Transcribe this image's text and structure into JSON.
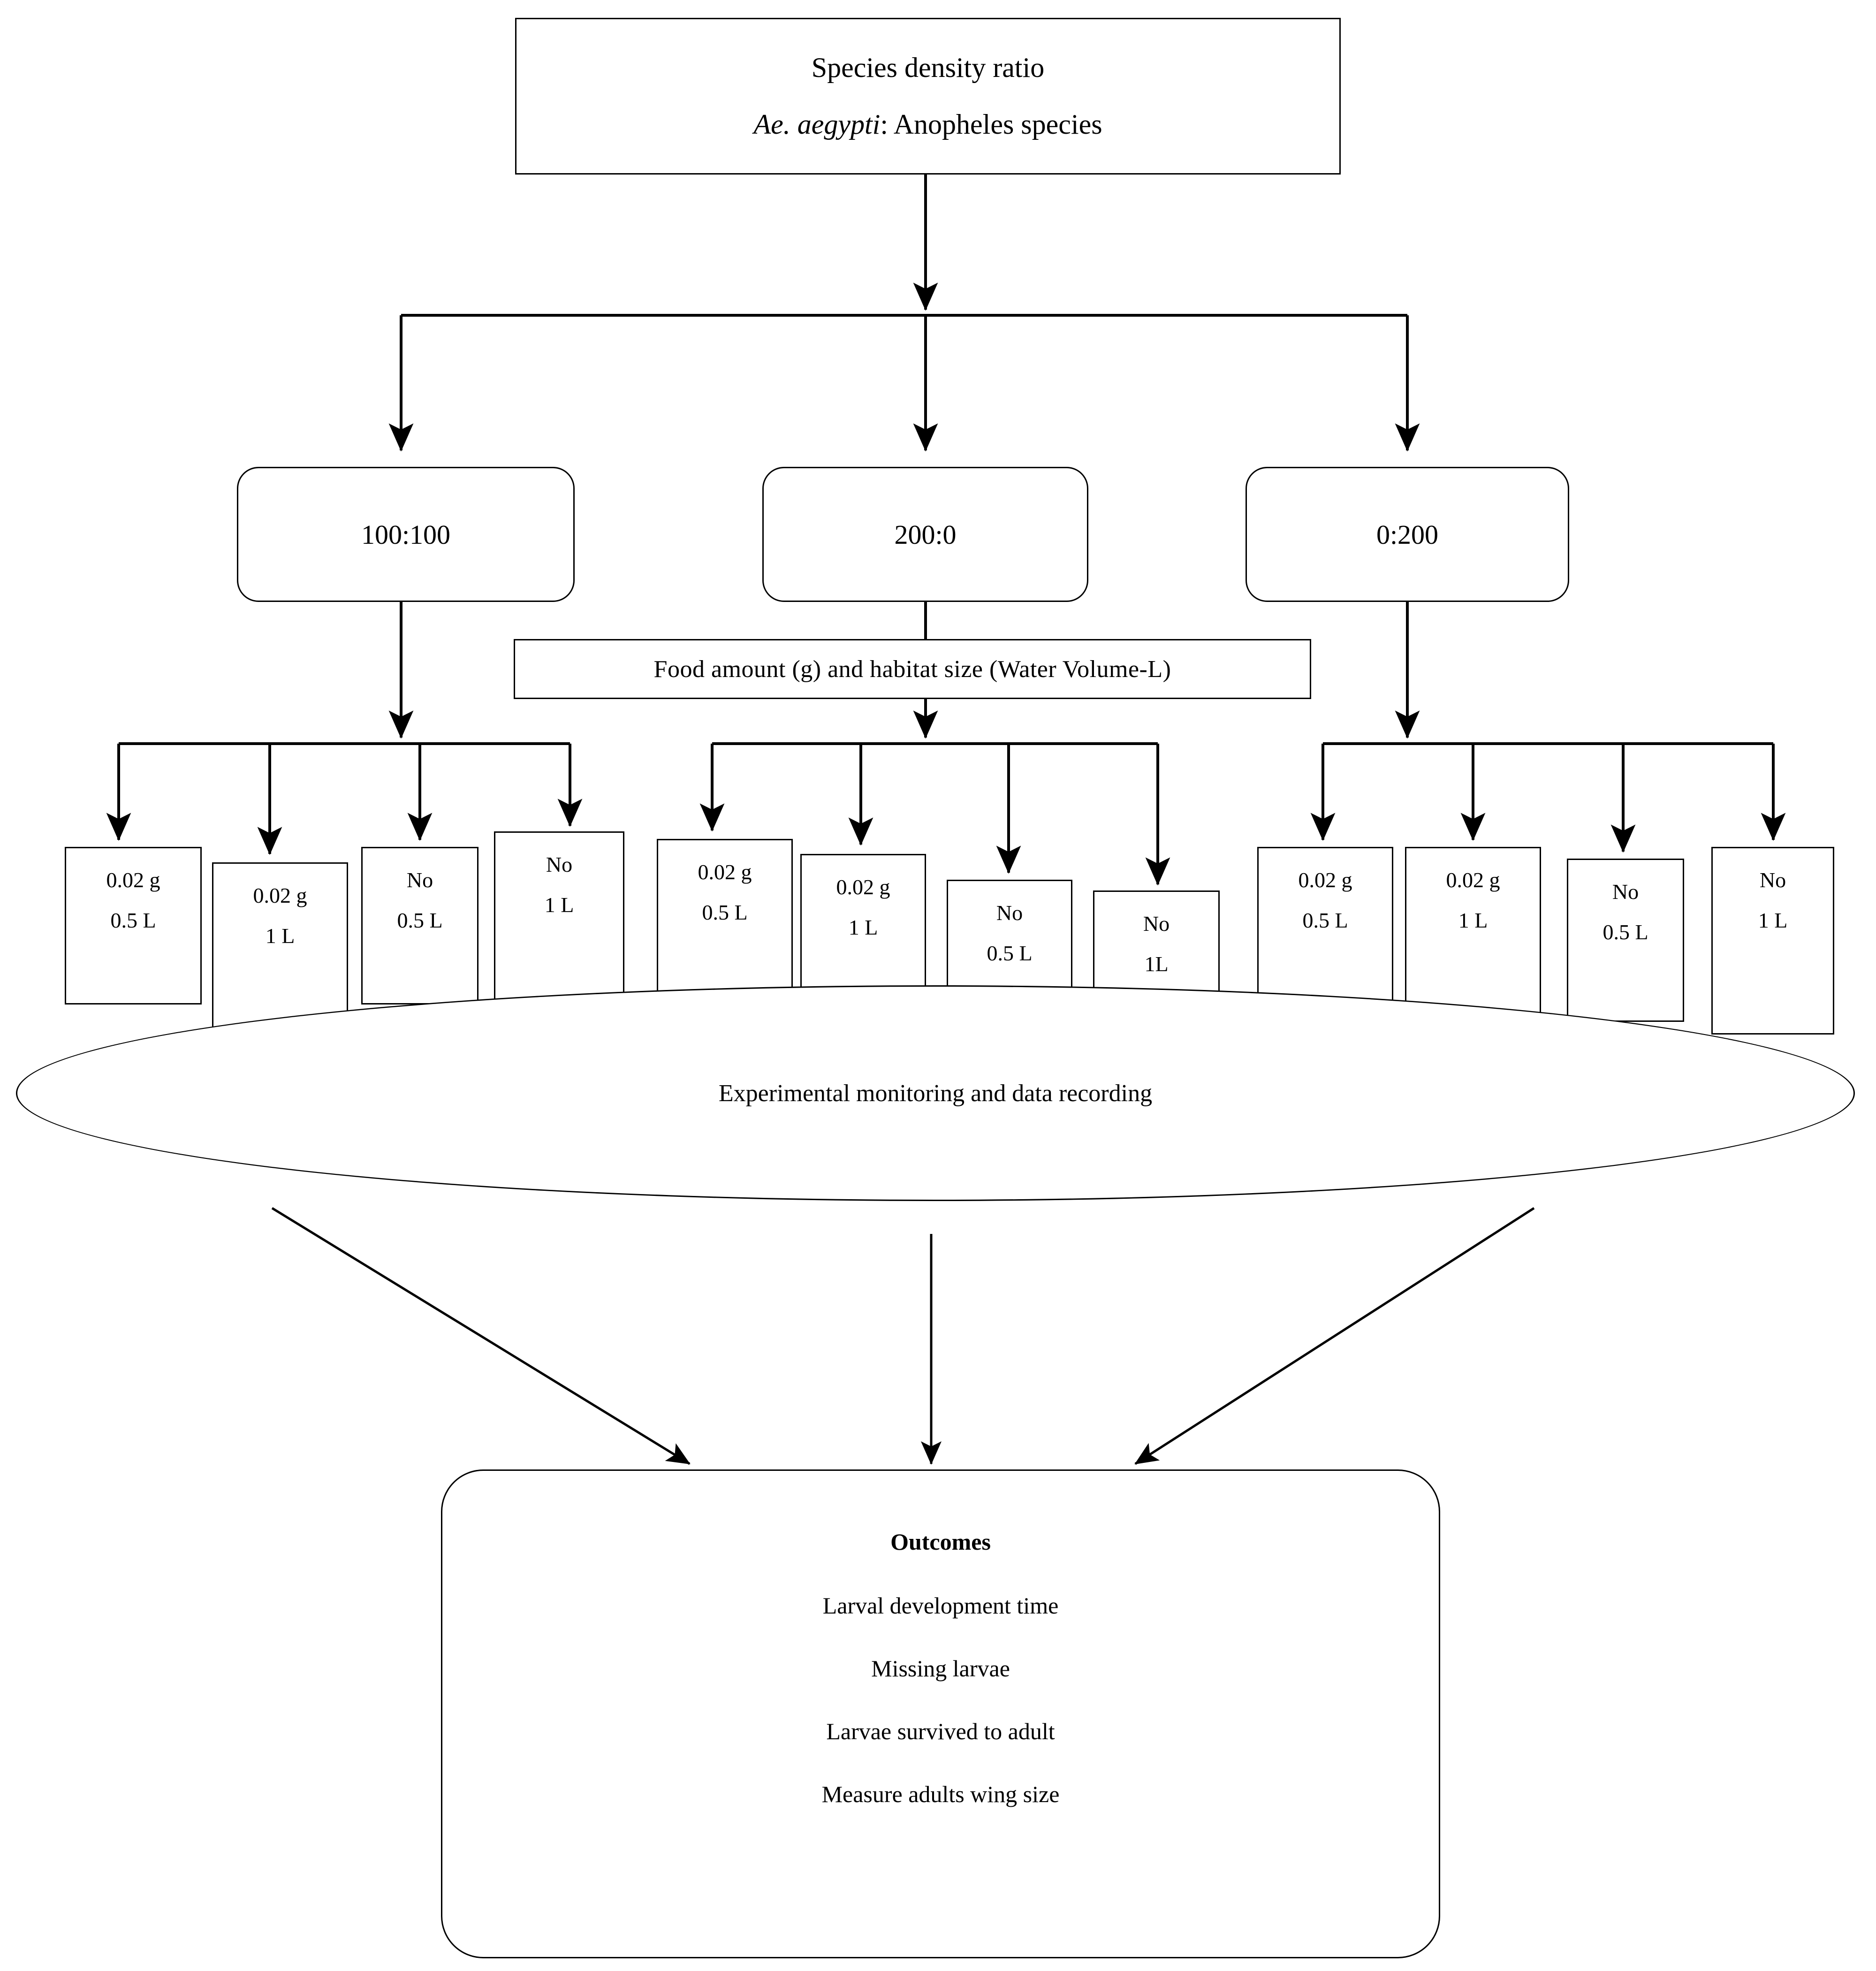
{
  "diagram": {
    "title_node": {
      "line1": "Species density ratio",
      "line2_sci": "Ae. aegypti",
      "line2_rest": ": Anopheles species"
    },
    "ratio_nodes": [
      {
        "label": "100:100"
      },
      {
        "label": "200:0"
      },
      {
        "label": "0:200"
      }
    ],
    "food_node": {
      "label": "Food amount (g) and habitat size (Water Volume-L)"
    },
    "treatment_groups": [
      {
        "group": "100:100",
        "leaves": [
          {
            "line1": "0.02 g",
            "line2": "0.5 L"
          },
          {
            "line1": "0.02 g",
            "line2": "1 L"
          },
          {
            "line1": "No",
            "line2": "0.5 L"
          },
          {
            "line1": "No",
            "line2": "1 L"
          }
        ]
      },
      {
        "group": "200:0",
        "leaves": [
          {
            "line1": "0.02 g",
            "line2": "0.5 L"
          },
          {
            "line1": "0.02 g",
            "line2": "1 L"
          },
          {
            "line1": "No",
            "line2": "0.5 L"
          },
          {
            "line1": "No",
            "line2": "1L"
          }
        ]
      },
      {
        "group": "0:200",
        "leaves": [
          {
            "line1": "0.02 g",
            "line2": "0.5 L"
          },
          {
            "line1": "0.02 g",
            "line2": "1 L"
          },
          {
            "line1": "No",
            "line2": "0.5 L"
          },
          {
            "line1": "No",
            "line2": "1 L"
          }
        ]
      }
    ],
    "monitoring_node": {
      "label": "Experimental monitoring and data recording"
    },
    "outcomes_node": {
      "title": "Outcomes",
      "items": [
        "Larval development time",
        "Missing larvae",
        "Larvae survived to adult",
        "Measure adults wing size"
      ]
    },
    "colors": {
      "stroke": "#000000",
      "background": "#ffffff",
      "text": "#000000"
    }
  }
}
